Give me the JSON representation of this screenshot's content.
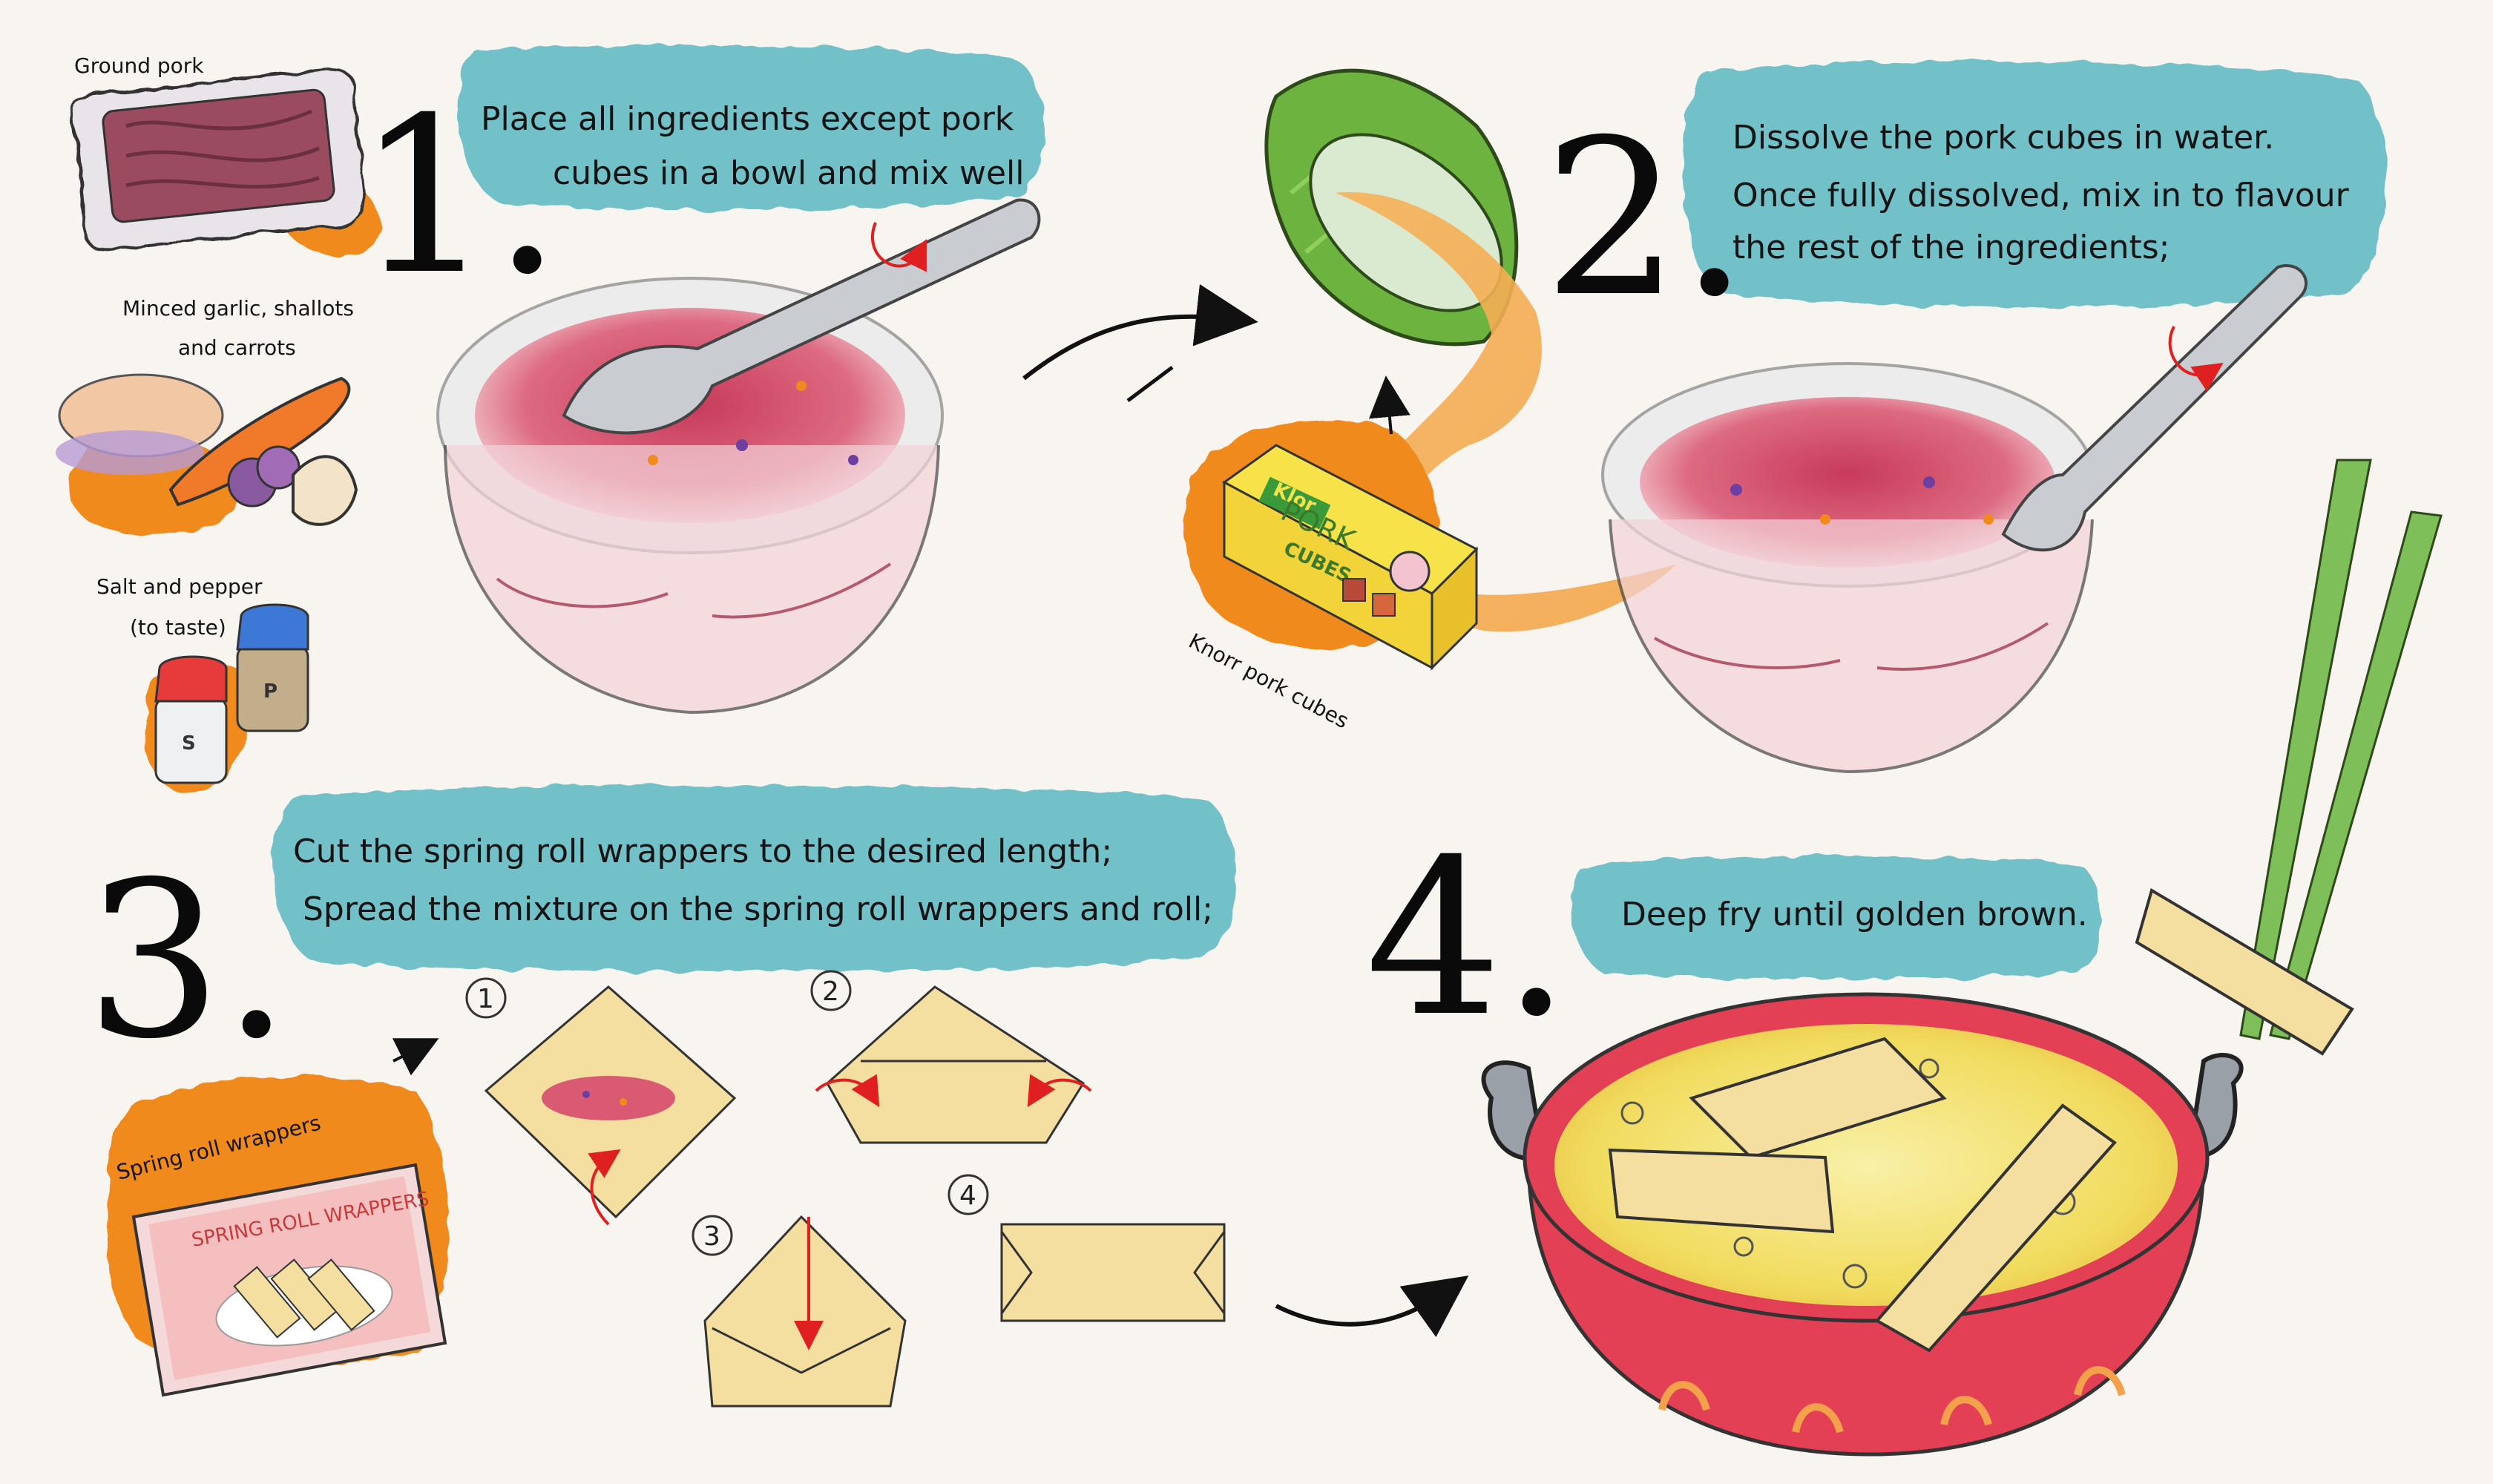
{
  "steps": {
    "step1": {
      "number": "1.",
      "text_line1": "Place all ingredients except pork",
      "text_line2": "cubes in a bowl and mix well"
    },
    "step2": {
      "number": "2.",
      "text_line1": "Dissolve the pork cubes in water.",
      "text_line2": "Once fully dissolved, mix in to flavour",
      "text_line3": "the rest of the ingredients;"
    },
    "step3": {
      "number": "3.",
      "text_line1": "Cut the spring roll wrappers to the desired length;",
      "text_line2": "Spread the mixture on the spring roll wrappers and roll;"
    },
    "step4": {
      "number": "4.",
      "text": "Deep fry until golden brown."
    }
  },
  "ingredients": {
    "ground_pork": "Ground pork",
    "aromatics_line1": "Minced garlic, shallots",
    "aromatics_line2": "and carrots",
    "seasoning_line1": "Salt and pepper",
    "seasoning_line2": "(to taste)",
    "salt_letter": "S",
    "pepper_letter": "P",
    "pork_cubes_label": "Knorr pork cubes",
    "knorr_brand": "Klor",
    "knorr_product": "PORK",
    "knorr_sub": "CUBES",
    "wrappers_label": "Spring roll wrappers",
    "wrappers_pack_text": "SPRING ROLL WRAPPERS"
  },
  "fold_steps": [
    "1",
    "2",
    "3",
    "4"
  ],
  "colors": {
    "bubble": "#72c1c8",
    "orange_blob": "#f08a1c",
    "bowl_mix": "#d95a72",
    "green_bowl": "#6cb33f",
    "pot_red": "#e33f55",
    "oil": "#f2e36a",
    "wrapper": "#f5dfa0",
    "arrow_red": "#e02020"
  }
}
